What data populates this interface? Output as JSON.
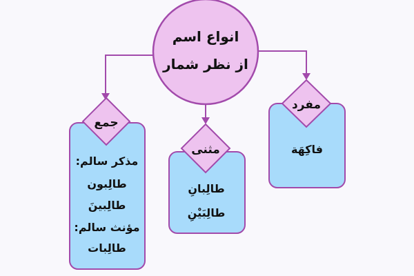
{
  "colors": {
    "background": "#f9f8fc",
    "circle_fill": "#eec3ef",
    "circle_stroke": "#a24aab",
    "diamond_fill": "#eec3ef",
    "diamond_stroke": "#a24aab",
    "box_fill": "#a8dbfb",
    "box_stroke": "#a24aab",
    "connector": "#a24aab",
    "text": "#111111"
  },
  "root": {
    "lines": [
      "انواع اسم",
      "از نظر شمار"
    ]
  },
  "categories": [
    {
      "id": "plural",
      "title": "جمع",
      "lines": [
        "مذکر سالم:",
        "طالِبون",
        "طالِبینَ",
        "مؤنث سالم:",
        "طالِبات"
      ]
    },
    {
      "id": "dual",
      "title": "مثنی",
      "lines": [
        "طالِبانِ",
        "طالِبَیْنِ"
      ]
    },
    {
      "id": "singular",
      "title": "مفرد",
      "lines": [
        "فاکِهَة"
      ]
    }
  ]
}
